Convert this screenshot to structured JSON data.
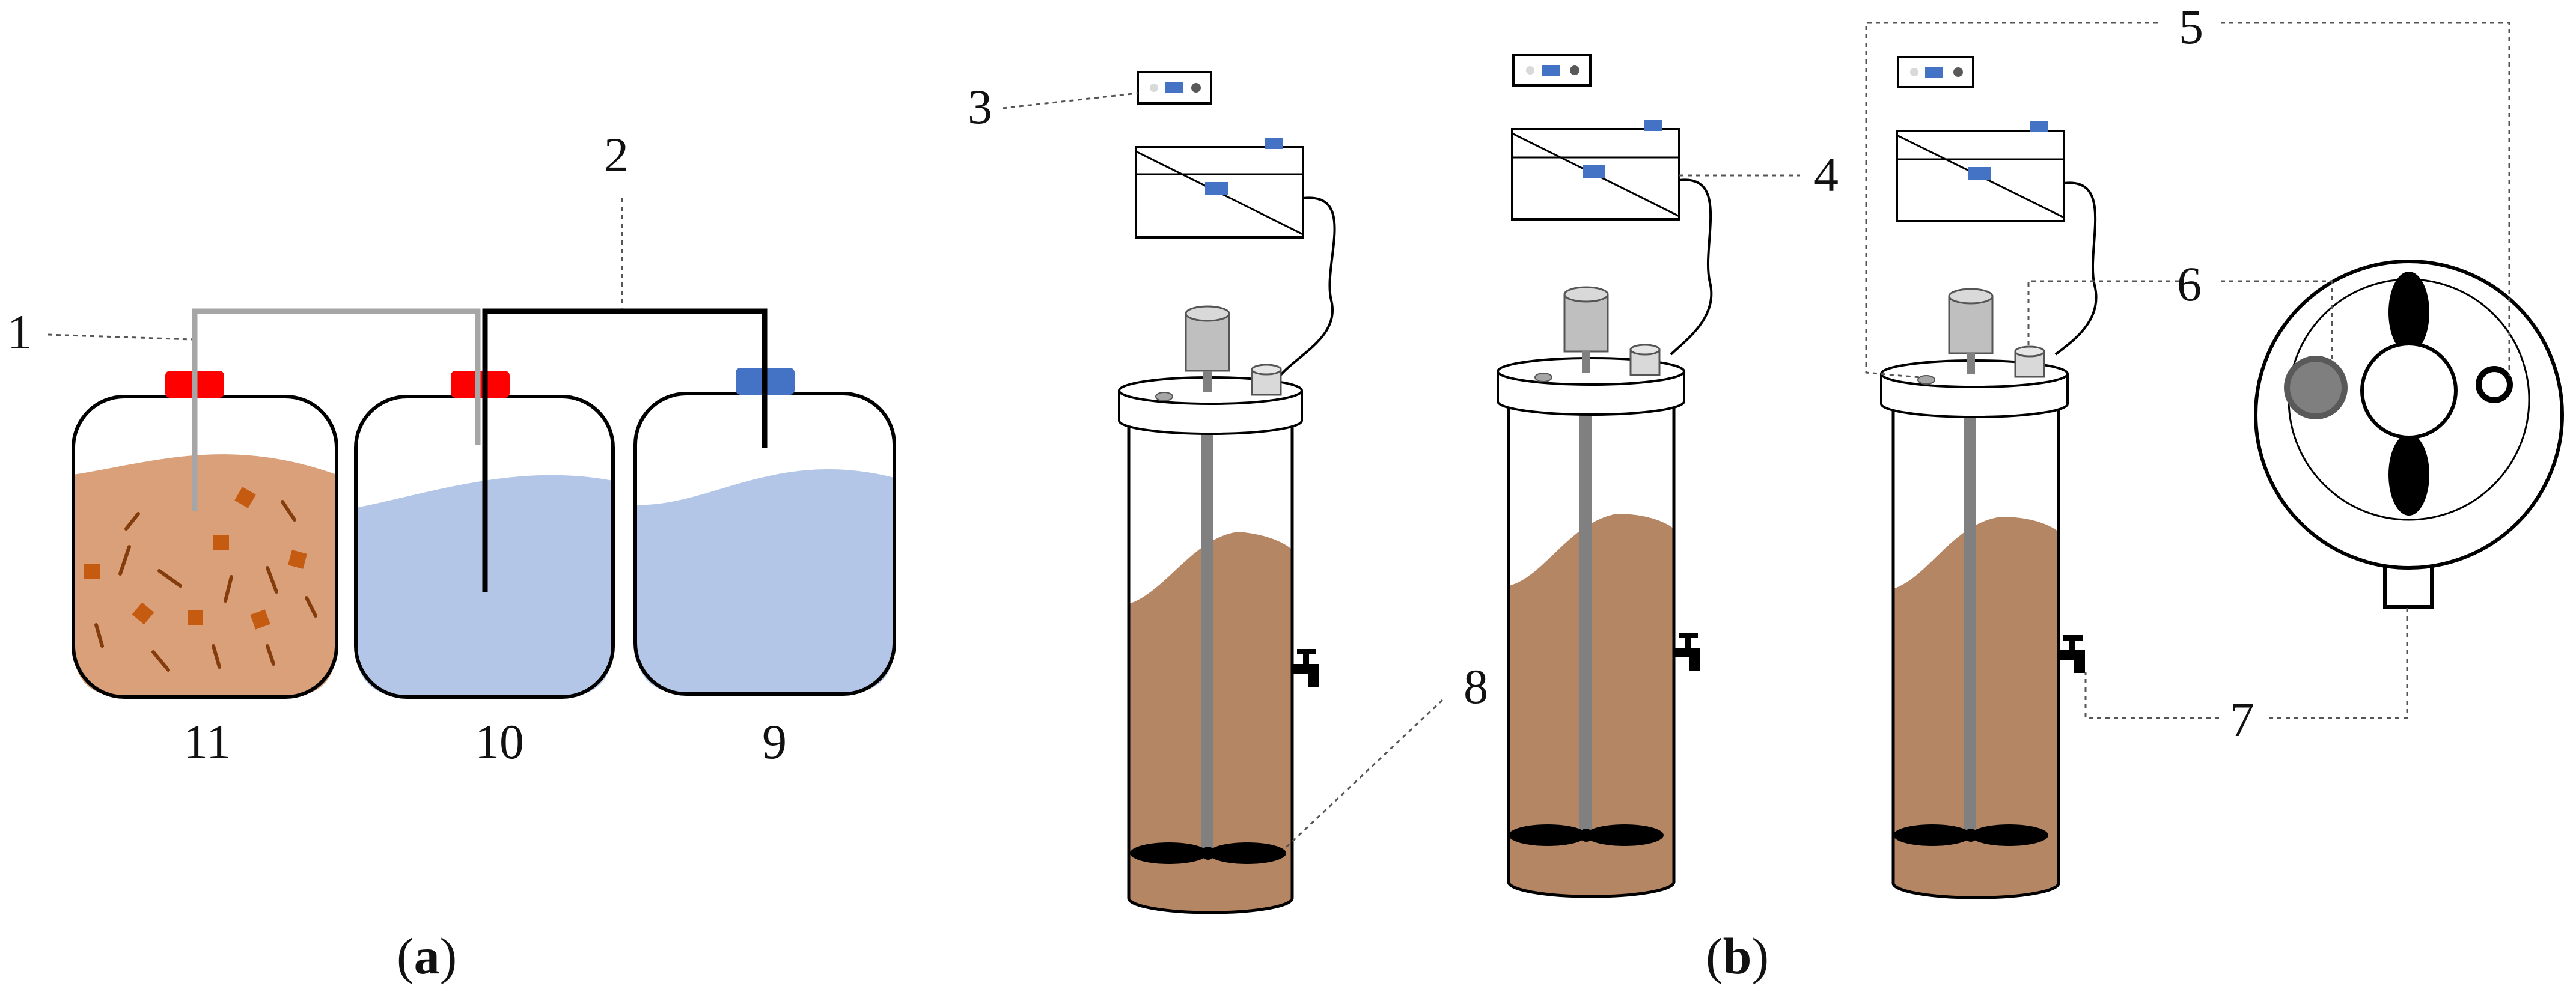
{
  "figure": {
    "part_a": {
      "caption_open": "(",
      "caption_letter": "a",
      "caption_close": ")",
      "bottle_labels": [
        "11",
        "10",
        "9"
      ],
      "callouts": [
        "1",
        "2"
      ]
    },
    "part_b": {
      "caption_open": "(",
      "caption_letter": "b",
      "caption_close": ")",
      "callouts": [
        "3",
        "4",
        "5",
        "6",
        "7",
        "8"
      ]
    },
    "colors": {
      "sludge": "#D9A07A",
      "digestate": "#B58663",
      "liquid": "#B4C6E7",
      "red_cap": "#FF0000",
      "blue_cap": "#4472C4",
      "gray_tube": "#A6A6A6",
      "shaft": "#808080",
      "chip": "#C55A11",
      "fiber": "#843C0C"
    }
  }
}
